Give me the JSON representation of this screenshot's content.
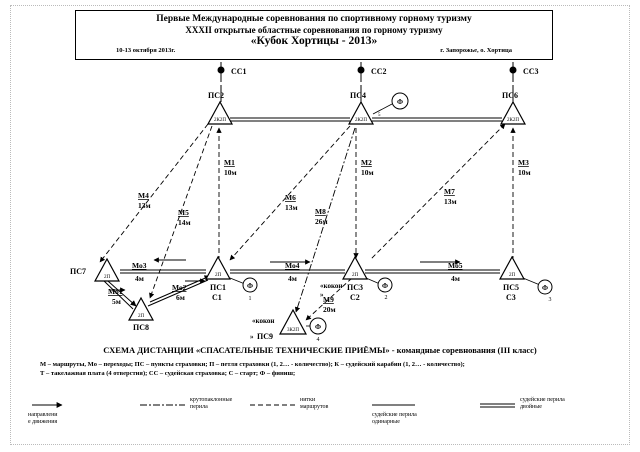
{
  "header": {
    "line1": "Первые Международные соревнования по спортивному горному туризму",
    "line2": "XXXII открытые областные соревнования по горному туризму",
    "line3": "«Кубок Хортицы - 2013»",
    "dates": "10-13 октября 2013г.",
    "place": "г. Запорожье, о. Хортица"
  },
  "nodes": {
    "ss1": "СС1",
    "ss2": "СС2",
    "ss3": "СС3",
    "ps2": "ПС2",
    "ps4": "ПС4",
    "ps6": "ПС6",
    "ps7": "ПС7",
    "ps8": "ПС8",
    "ps9": "ПС9",
    "ps1": "ПС1",
    "ps3": "ПС3",
    "ps5": "ПС5",
    "c1": "С1",
    "c2": "С2",
    "c3": "С3",
    "tri_2k2p": "2К2П",
    "tri_2p": "2П",
    "tri_3k2p": "3К2П",
    "phi": "Ф",
    "phi_n1": "1",
    "phi_n2": "2",
    "phi_n3": "3",
    "phi_n4": "4",
    "phi_n5": "5",
    "kokon1": "«кокон",
    "kokon1b": "»",
    "kokon2": "«кокон",
    "kokon2b": "»"
  },
  "stages": {
    "m1": "М1",
    "m1_len": "10м",
    "m2": "М2",
    "m2_len": "10м",
    "m3": "М3",
    "m3_len": "10м",
    "m4": "М4",
    "m4_len": "13м",
    "m5": "М5",
    "m5_len": "14м",
    "m6": "М6",
    "m6_len": "13м",
    "m7": "М7",
    "m7_len": "13м",
    "m8": "М8",
    "m8_len": "26м",
    "m9": "М9",
    "m9_len": "20м",
    "mo1": "Мо1",
    "mo1_len": "5м",
    "mo2": "Мо2",
    "mo2_len": "6м",
    "mo3": "Мо3",
    "mo3_len": "4м",
    "mo4": "Мо4",
    "mo4_len": "4м",
    "mo5": "Мо5",
    "mo5_len": "4м"
  },
  "title": "СХЕМА ДИСТАНЦИИ «СПАСАТЕЛЬНЫЕ ТЕХНИЧЕСКИЕ ПРИЁМЫ» - командные соревнования (III класс)",
  "abbreviations": {
    "line1": "М – маршруты, Мо – переходы; ПС – пункты страховки; П – петля страховки (1, 2… - количество); К – судейский карабин (1, 2… - количество);",
    "line2": "Т – такелажная плата (4 отверстия); СС – судейская страховка; С – старт; Ф – финиш;"
  },
  "legend": {
    "direction_line1": "направлени",
    "direction_line2": "е движения",
    "steep_line1": "крутопаклонные",
    "steep_line2": "перила",
    "threads_line1": "нитки",
    "threads_line2": "маршрутов",
    "single_line1": "судейские перила",
    "single_line2": "одинарные",
    "double_line1": "судейские перила",
    "double_line2": "двойные"
  }
}
